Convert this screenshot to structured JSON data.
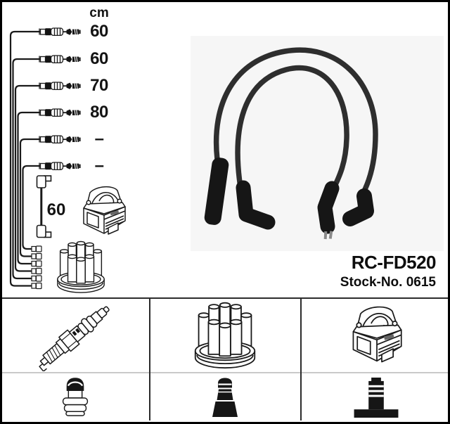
{
  "product": {
    "part_number": "RC-FD520",
    "stock_number": "Stock-No. 0615"
  },
  "schematic": {
    "unit_header": "cm",
    "rows": [
      {
        "value": "60"
      },
      {
        "value": "60"
      },
      {
        "value": "70"
      },
      {
        "value": "80"
      },
      {
        "value": "–"
      },
      {
        "value": "–"
      }
    ],
    "coil_wire": {
      "value": "60"
    },
    "icons": [
      "ignition-coil",
      "distributor-cap",
      "spark-plug-cables",
      "cable-end-connectors"
    ]
  },
  "photo": {
    "subject": "two looped ignition cables with boots"
  },
  "legend": {
    "columns": [
      {
        "top_icon": "spark-plug",
        "bottom_icon": "terminal-nut-connector"
      },
      {
        "top_icon": "distributor-cap",
        "bottom_icon": "spark-plug-boot"
      },
      {
        "top_icon": "ignition-coil",
        "bottom_icon": "coil-tower-connector"
      }
    ]
  },
  "colors": {
    "line": "#1a1a1a",
    "cable_photo": "#2e2e2e",
    "grid_dark": "#2b2b2b",
    "grid_light": "#c9c9c9",
    "text": "#111111",
    "photo_bg": "#f6f6f6"
  }
}
